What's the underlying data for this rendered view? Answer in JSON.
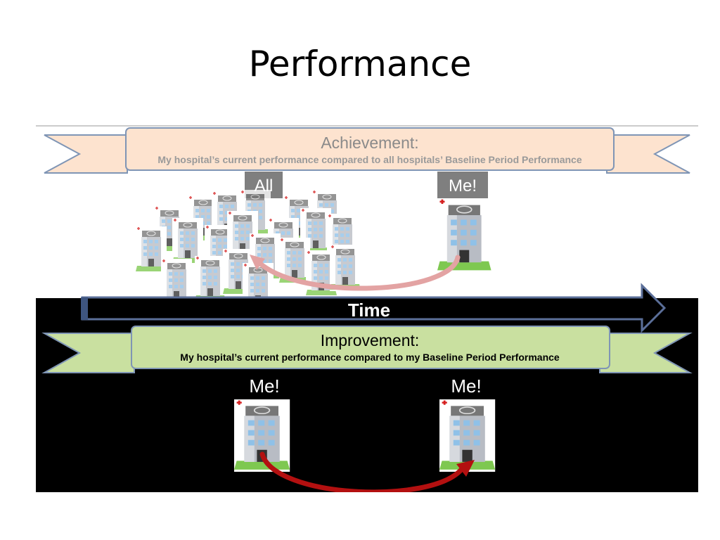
{
  "slide": {
    "title": "Performance"
  },
  "achievement": {
    "heading": "Achievement:",
    "subtitle": "My hospital’s current performance compared to all hospitals’ Baseline Period Performance",
    "all_label": "All",
    "me_label": "Me!"
  },
  "timeline": {
    "label": "Time"
  },
  "improvement": {
    "heading": "Improvement:",
    "subtitle": "My hospital’s current performance compared to my Baseline Period Performance",
    "me_left_label": "Me!",
    "me_right_label": "Me!"
  },
  "colors": {
    "achievement_banner": "#fde3cf",
    "improvement_banner": "#c9e0a0",
    "banner_outline": "#7f95b5",
    "time_arrow_outline": "#5b6f99",
    "achievement_arrow": "#d98e8e",
    "improvement_arrow": "#b31010",
    "label_box": "#7f7f7f"
  },
  "icons": [
    "hospital-building-icon",
    "helipad-icon",
    "red-cross-icon"
  ]
}
